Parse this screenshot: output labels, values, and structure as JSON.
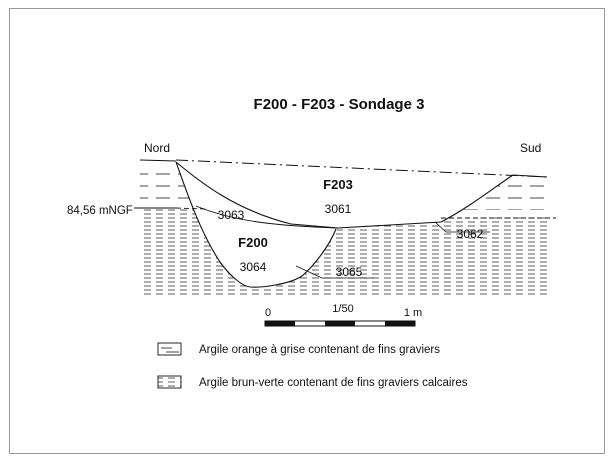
{
  "title": "F200 - F203 - Sondage 3",
  "labels": {
    "nord": "Nord",
    "sud": "Sud",
    "datum": "84,56 mNGF",
    "f203": "F203",
    "f200": "F200",
    "u3061": "3061",
    "u3062": "3062",
    "u3063": "3063",
    "u3064": "3064",
    "u3065": "3065"
  },
  "scale": {
    "zero": "0",
    "ratio": "1/50",
    "end": "1 m"
  },
  "legend": [
    {
      "label": "Argile orange à grise contenant de fins graviers"
    },
    {
      "label": "Argile brun-verte contenant de fins graviers calcaires"
    }
  ]
}
